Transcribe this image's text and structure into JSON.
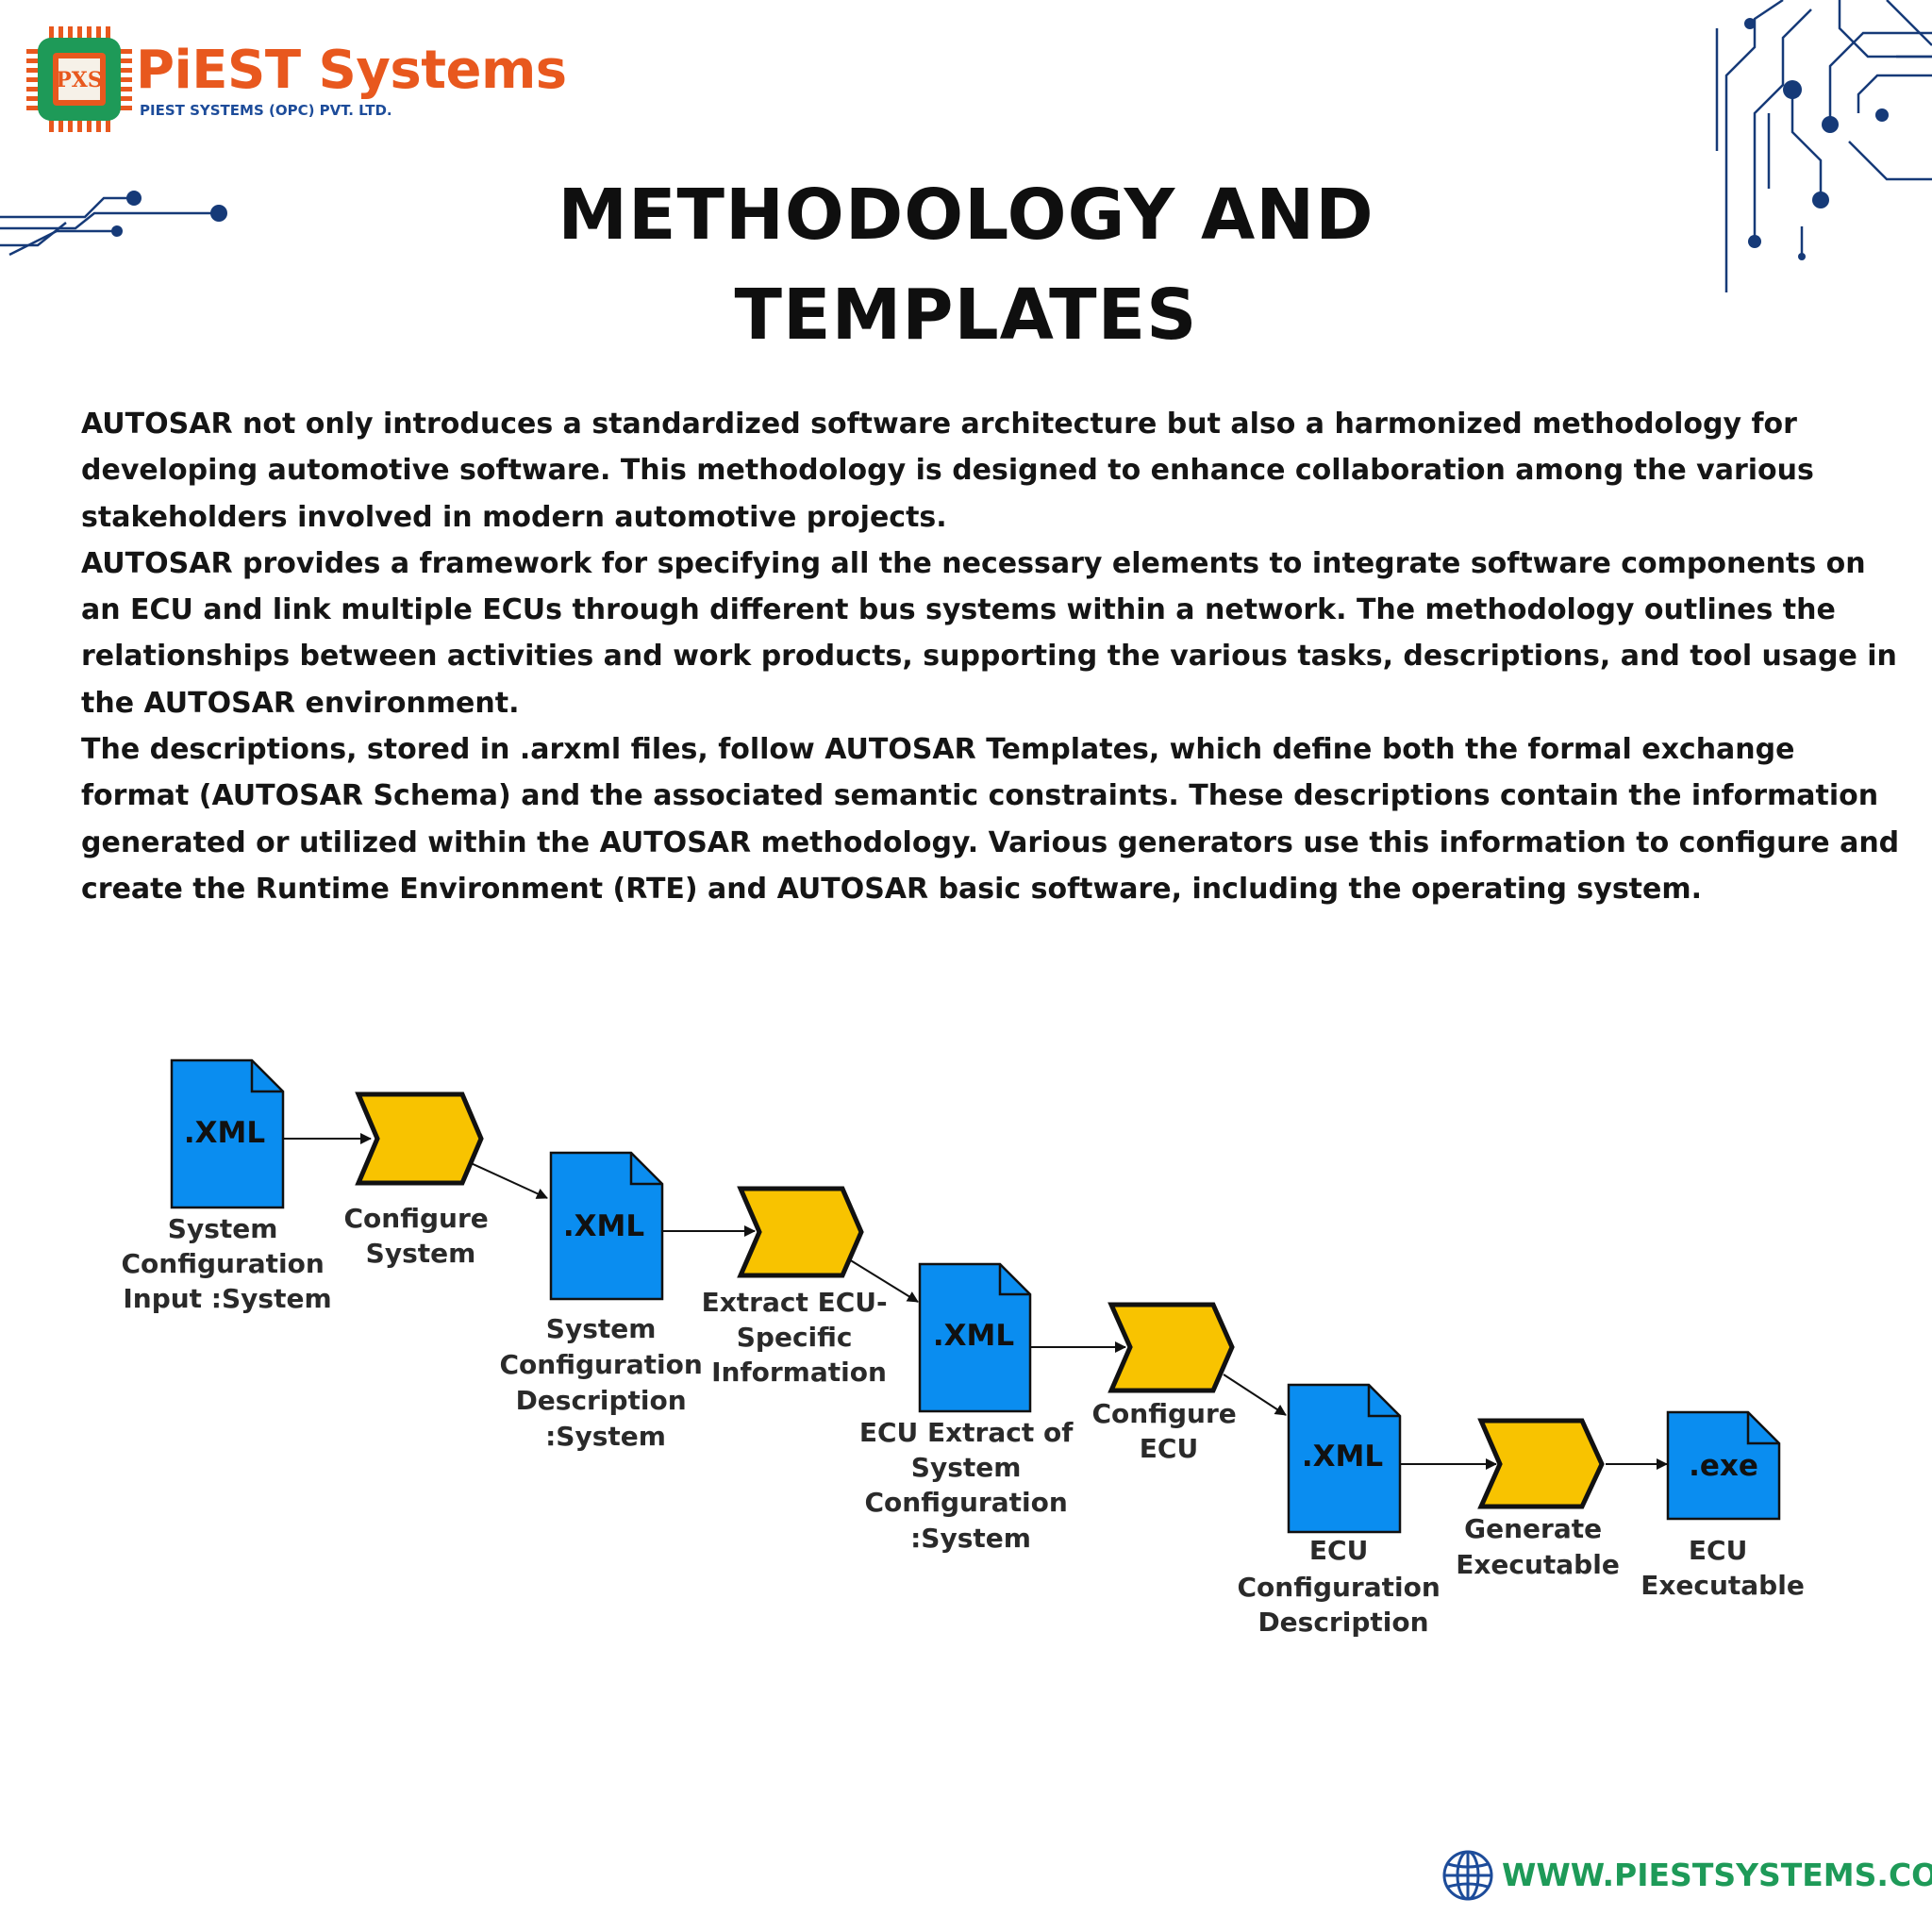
{
  "brand": {
    "name": "PiEST Systems",
    "subtitle": "PIEST SYSTEMS (OPC) PVT. LTD.",
    "chip_letters": "PXS",
    "orange": "#e8581e",
    "green": "#1e9a58",
    "blue": "#1d4c9a"
  },
  "title": {
    "line1": "METHODOLOGY AND",
    "line2": "TEMPLATES"
  },
  "paragraphs": [
    "AUTOSAR not only introduces a standardized software architecture but also a harmonized methodology for developing automotive software. This methodology is designed to enhance collaboration among the various stakeholders involved in modern automotive projects.",
    "AUTOSAR provides a framework for specifying all the necessary elements to integrate software components on an ECU and link multiple ECUs through different bus systems within a network. The methodology outlines the relationships between activities and work products, supporting the various tasks, descriptions, and tool usage in the AUTOSAR environment.",
    "The descriptions, stored in .arxml files, follow AUTOSAR Templates, which define both the formal exchange format (AUTOSAR Schema) and the associated semantic constraints. These descriptions contain the information generated or utilized within the AUTOSAR methodology. Various generators use this information to configure and create the Runtime Environment (RTE) and AUTOSAR basic software, including the operating system."
  ],
  "diagram": {
    "colors": {
      "document": "#0a8df0",
      "activity": "#f8c300",
      "outline": "#111111"
    },
    "documents": [
      {
        "file_label": ".XML",
        "caption": [
          "System",
          "Configuration",
          "Input :System"
        ]
      },
      {
        "file_label": ".XML",
        "caption": [
          "System",
          "Configuration",
          "Description",
          ":System"
        ]
      },
      {
        "file_label": ".XML",
        "caption": [
          "ECU Extract of",
          "System",
          "Configuration",
          ":System"
        ]
      },
      {
        "file_label": ".XML",
        "caption": [
          "ECU",
          "Configuration",
          "Description"
        ]
      },
      {
        "file_label": ".exe",
        "caption": [
          "ECU",
          "Executable"
        ]
      }
    ],
    "activities": [
      {
        "caption": [
          "Configure",
          "System"
        ]
      },
      {
        "caption": [
          "Extract ECU-",
          "Specific",
          "Information"
        ]
      },
      {
        "caption": [
          "Configure",
          "ECU"
        ]
      },
      {
        "caption": [
          "Generate",
          "Executable"
        ]
      }
    ]
  },
  "footer": {
    "website": "WWW.PIESTSYSTEMS.COM",
    "icon": "globe-icon"
  }
}
